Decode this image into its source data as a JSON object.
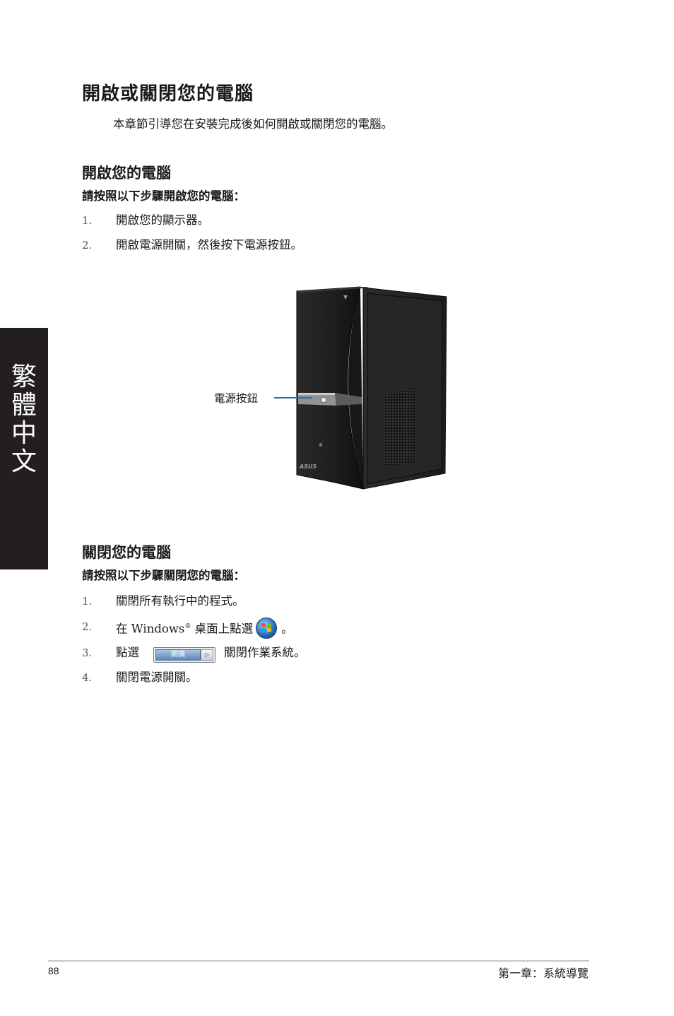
{
  "side_tab": {
    "chars": [
      "繁",
      "體",
      "中",
      "文"
    ]
  },
  "title": "開啟或關閉您的電腦",
  "intro": "本章節引導您在安裝完成後如何開啟或關閉您的電腦。",
  "power_on": {
    "heading": "開啟您的電腦",
    "lead": "請按照以下步驟開啟您的電腦：",
    "steps": [
      {
        "num": "1.",
        "text": "開啟您的顯示器。"
      },
      {
        "num": "2.",
        "text": "開啟電源開關，然後按下電源按鈕。"
      }
    ],
    "callout_label": "電源按鈕",
    "brand_mark": "ASUS"
  },
  "power_off": {
    "heading": "關閉您的電腦",
    "lead": "請按照以下步驟關閉您的電腦：",
    "steps": [
      {
        "num": "1.",
        "text": "關閉所有執行中的程式。"
      },
      {
        "num": "2.",
        "text_before": "在 Windows",
        "registered": "®",
        "text_middle": " 桌面上點選",
        "text_after": "。",
        "icon": "windows-start-orb"
      },
      {
        "num": "3.",
        "text_before": "點選",
        "button_label": "關機",
        "text_after": "關閉作業系統。"
      },
      {
        "num": "4.",
        "text": "關閉電源開關。"
      }
    ]
  },
  "footer": {
    "page_number": "88",
    "chapter": "第一章：系統導覽"
  },
  "colors": {
    "side_tab_bg": "#231f20",
    "callout_line": "#1b6fb3",
    "footer_rule": "#c8c8c8"
  }
}
